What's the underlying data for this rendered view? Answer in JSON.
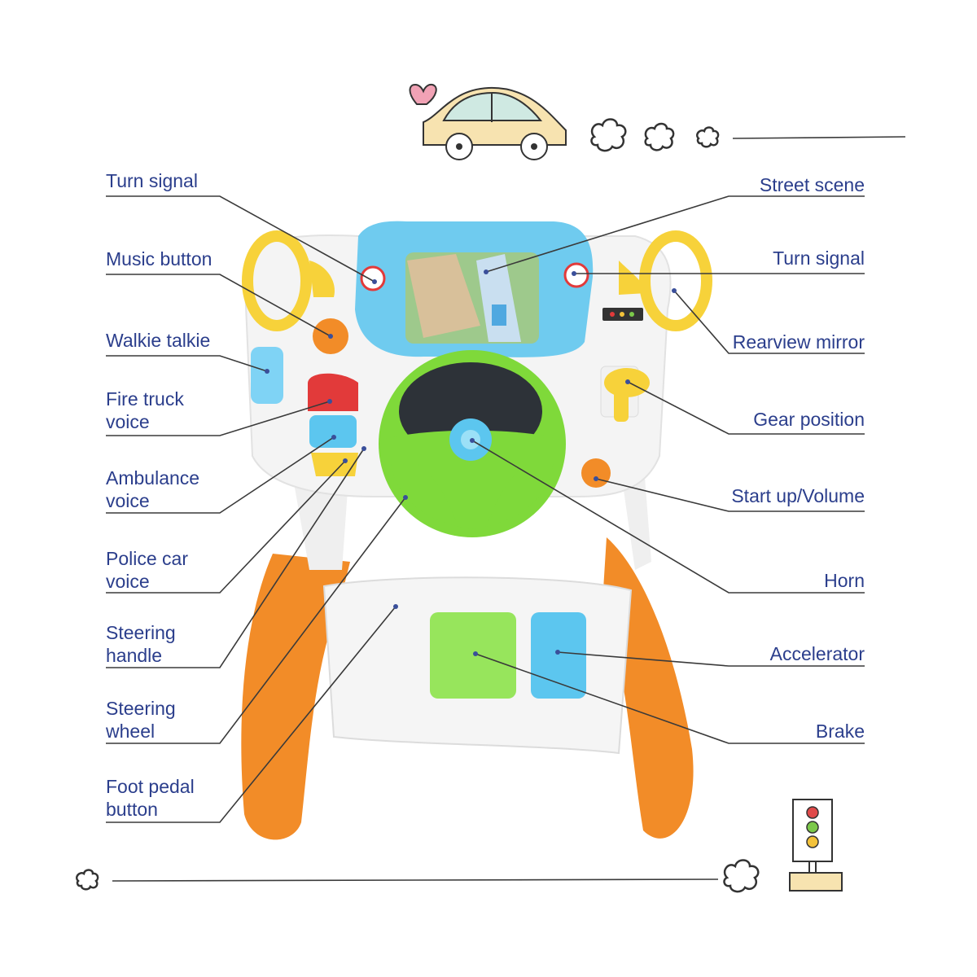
{
  "labels": {
    "turn_signal_left": "Turn signal",
    "music_button": "Music button",
    "walkie_talkie": "Walkie talkie",
    "fire_truck_voice": "Fire truck\nvoice",
    "ambulance_voice": "Ambulance\nvoice",
    "police_car_voice": "Police car\nvoice",
    "steering_handle": "Steering\nhandle",
    "steering_wheel": "Steering\nwheel",
    "foot_pedal_button": "Foot pedal\nbutton",
    "street_scene": "Street scene",
    "turn_signal_right": "Turn signal",
    "rearview_mirror": "Rearview mirror",
    "gear_position": "Gear position",
    "start_up_volume": "Start up/Volume",
    "horn": "Horn",
    "accelerator": "Accelerator",
    "brake": "Brake"
  },
  "colors": {
    "label_text": "#2b3e8c",
    "leader_line": "#3a3a3a",
    "toy_orange": "#f28c28",
    "toy_white": "#f4f4f4",
    "toy_yellow": "#f7d23a",
    "toy_blue": "#5cc6ef",
    "toy_green": "#7fd93a",
    "toy_red": "#e23a3a"
  },
  "icons": [
    "heart-icon",
    "car-doodle-icon",
    "cloud-doodle-icon",
    "traffic-light-icon"
  ]
}
